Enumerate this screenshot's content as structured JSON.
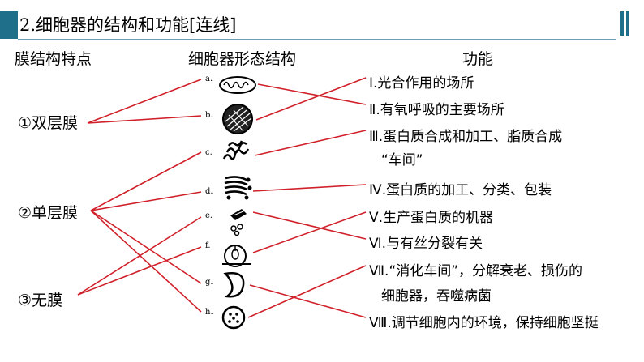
{
  "title": "2.细胞器的结构和功能[连线]",
  "headers": {
    "membrane": "膜结构特点",
    "organelle": "细胞器形态结构",
    "function": "功能"
  },
  "membranes": [
    "①双层膜",
    "②单层膜",
    "③无膜"
  ],
  "organelle_letters": [
    "a.",
    "b.",
    "c.",
    "d.",
    "e.",
    "f.",
    "g.",
    "h."
  ],
  "functions": [
    "Ⅰ.光合作用的场所",
    "Ⅱ.有氧呼吸的主要场所",
    "Ⅲ.蛋白质合成和加工、脂质合成",
    "“车间”",
    "Ⅳ.蛋白质的加工、分类、包装",
    "Ⅴ.生产蛋白质的机器",
    "Ⅵ.与有丝分裂有关",
    "Ⅶ.“消化车间”，分解衰老、损伤的",
    "细胞器，吞噬病菌",
    "Ⅷ.调节细胞内的环境，保持细胞坚挺"
  ],
  "organelle_icons": [
    "mitochondrion-icon",
    "chloroplast-icon",
    "endoplasmic-reticulum-icon",
    "golgi-apparatus-icon",
    "ribosome-icon",
    "centrosome-icon",
    "lysosome-icon",
    "vacuole-icon"
  ],
  "colors": {
    "line": "#d0202a",
    "accent": "#1f6f8b"
  }
}
